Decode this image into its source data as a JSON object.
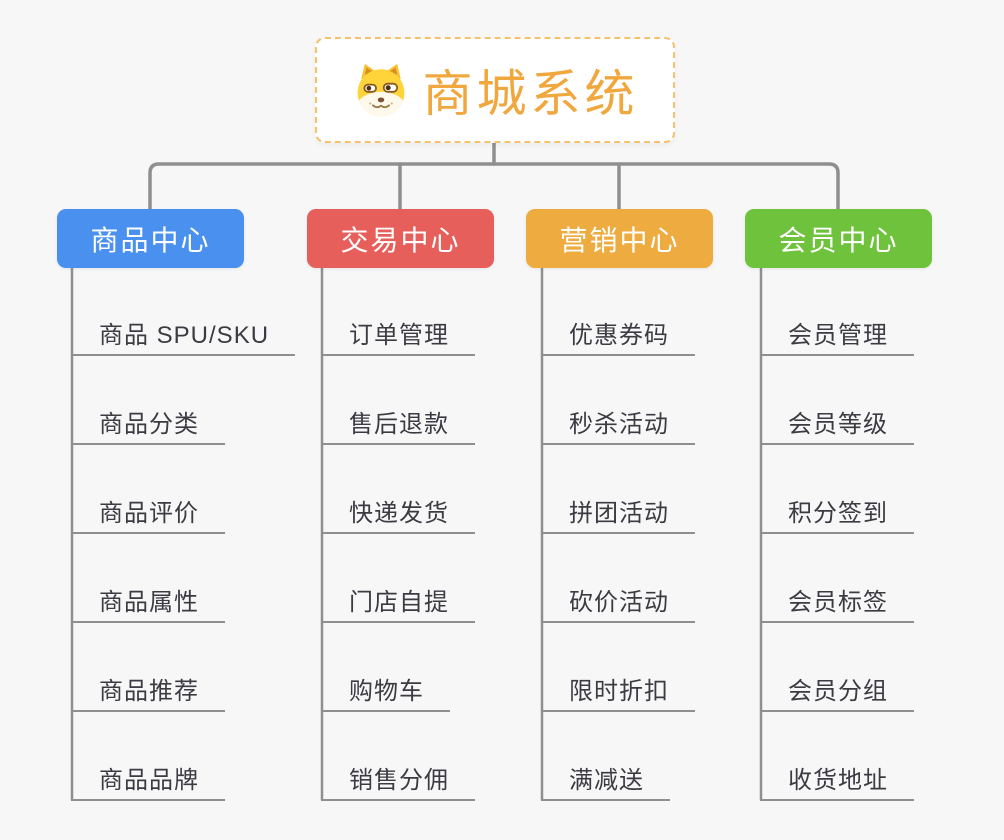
{
  "root": {
    "title": "商城系统",
    "icon": "dog-face-icon"
  },
  "branches": [
    {
      "label": "商品中心",
      "color": "#4A90EE",
      "items": [
        "商品 SPU/SKU",
        "商品分类",
        "商品评价",
        "商品属性",
        "商品推荐",
        "商品品牌"
      ]
    },
    {
      "label": "交易中心",
      "color": "#E65F5B",
      "items": [
        "订单管理",
        "售后退款",
        "快递发货",
        "门店自提",
        "购物车",
        "销售分佣"
      ]
    },
    {
      "label": "营销中心",
      "color": "#EEAC40",
      "items": [
        "优惠券码",
        "秒杀活动",
        "拼团活动",
        "砍价活动",
        "限时折扣",
        "满减送"
      ]
    },
    {
      "label": "会员中心",
      "color": "#6FC23C",
      "items": [
        "会员管理",
        "会员等级",
        "积分签到",
        "会员标签",
        "会员分组",
        "收货地址"
      ]
    }
  ],
  "colors": {
    "background": "#F7F7F8",
    "connector": "#8F8F8F",
    "root_title": "#F0A73E",
    "root_border": "#F7C06A",
    "leaf_text": "#3B3B42"
  }
}
